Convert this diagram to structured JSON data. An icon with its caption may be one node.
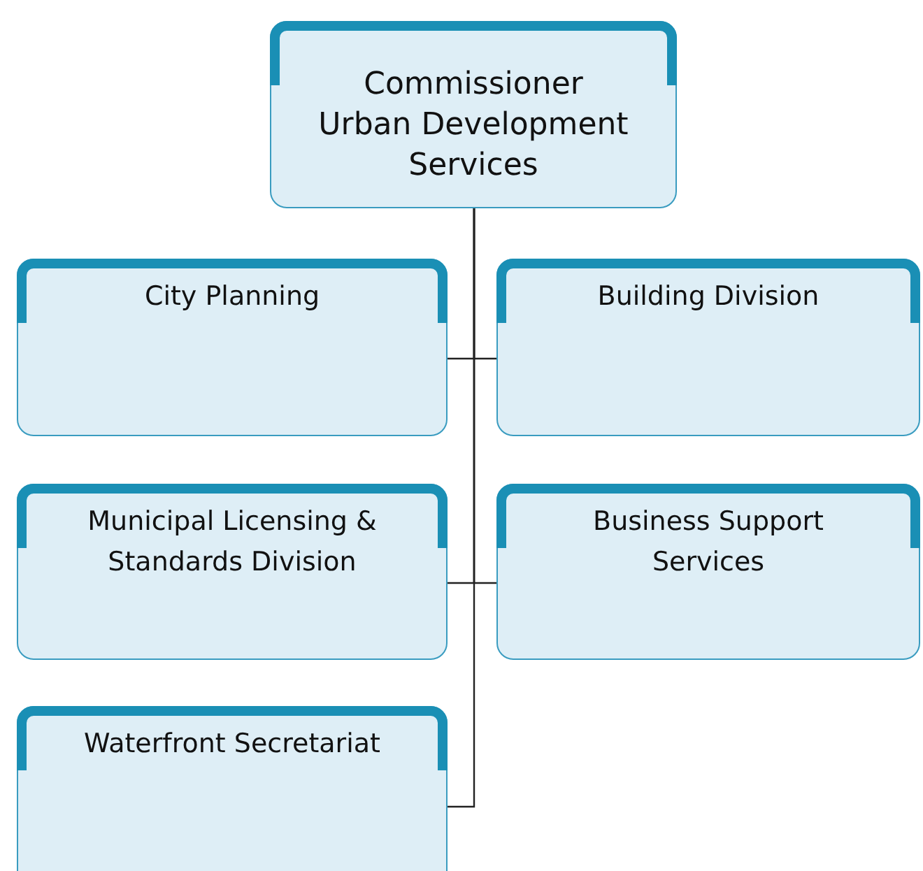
{
  "diagram": {
    "nodes": [
      {
        "text": [
          "Commissioner Urban Development Services"
        ]
      },
      {
        "text": [
          "City Planning"
        ]
      },
      {
        "text": [
          "Building Division"
        ]
      },
      {
        "text": [
          "Municipal Licensing & Standards Division"
        ]
      },
      {
        "text": [
          "Business Support Services"
        ]
      },
      {
        "text": [
          "Waterfront Secretariat"
        ]
      }
    ],
    "edges": [
      {
        "from": 0,
        "to": 1,
        "arrow": "none"
      },
      {
        "from": 0,
        "to": 2,
        "arrow": "none"
      },
      {
        "from": 0,
        "to": 3,
        "arrow": "none"
      },
      {
        "from": 0,
        "to": 4,
        "arrow": "none"
      },
      {
        "from": 0,
        "to": 5,
        "arrow": "none"
      }
    ]
  }
}
